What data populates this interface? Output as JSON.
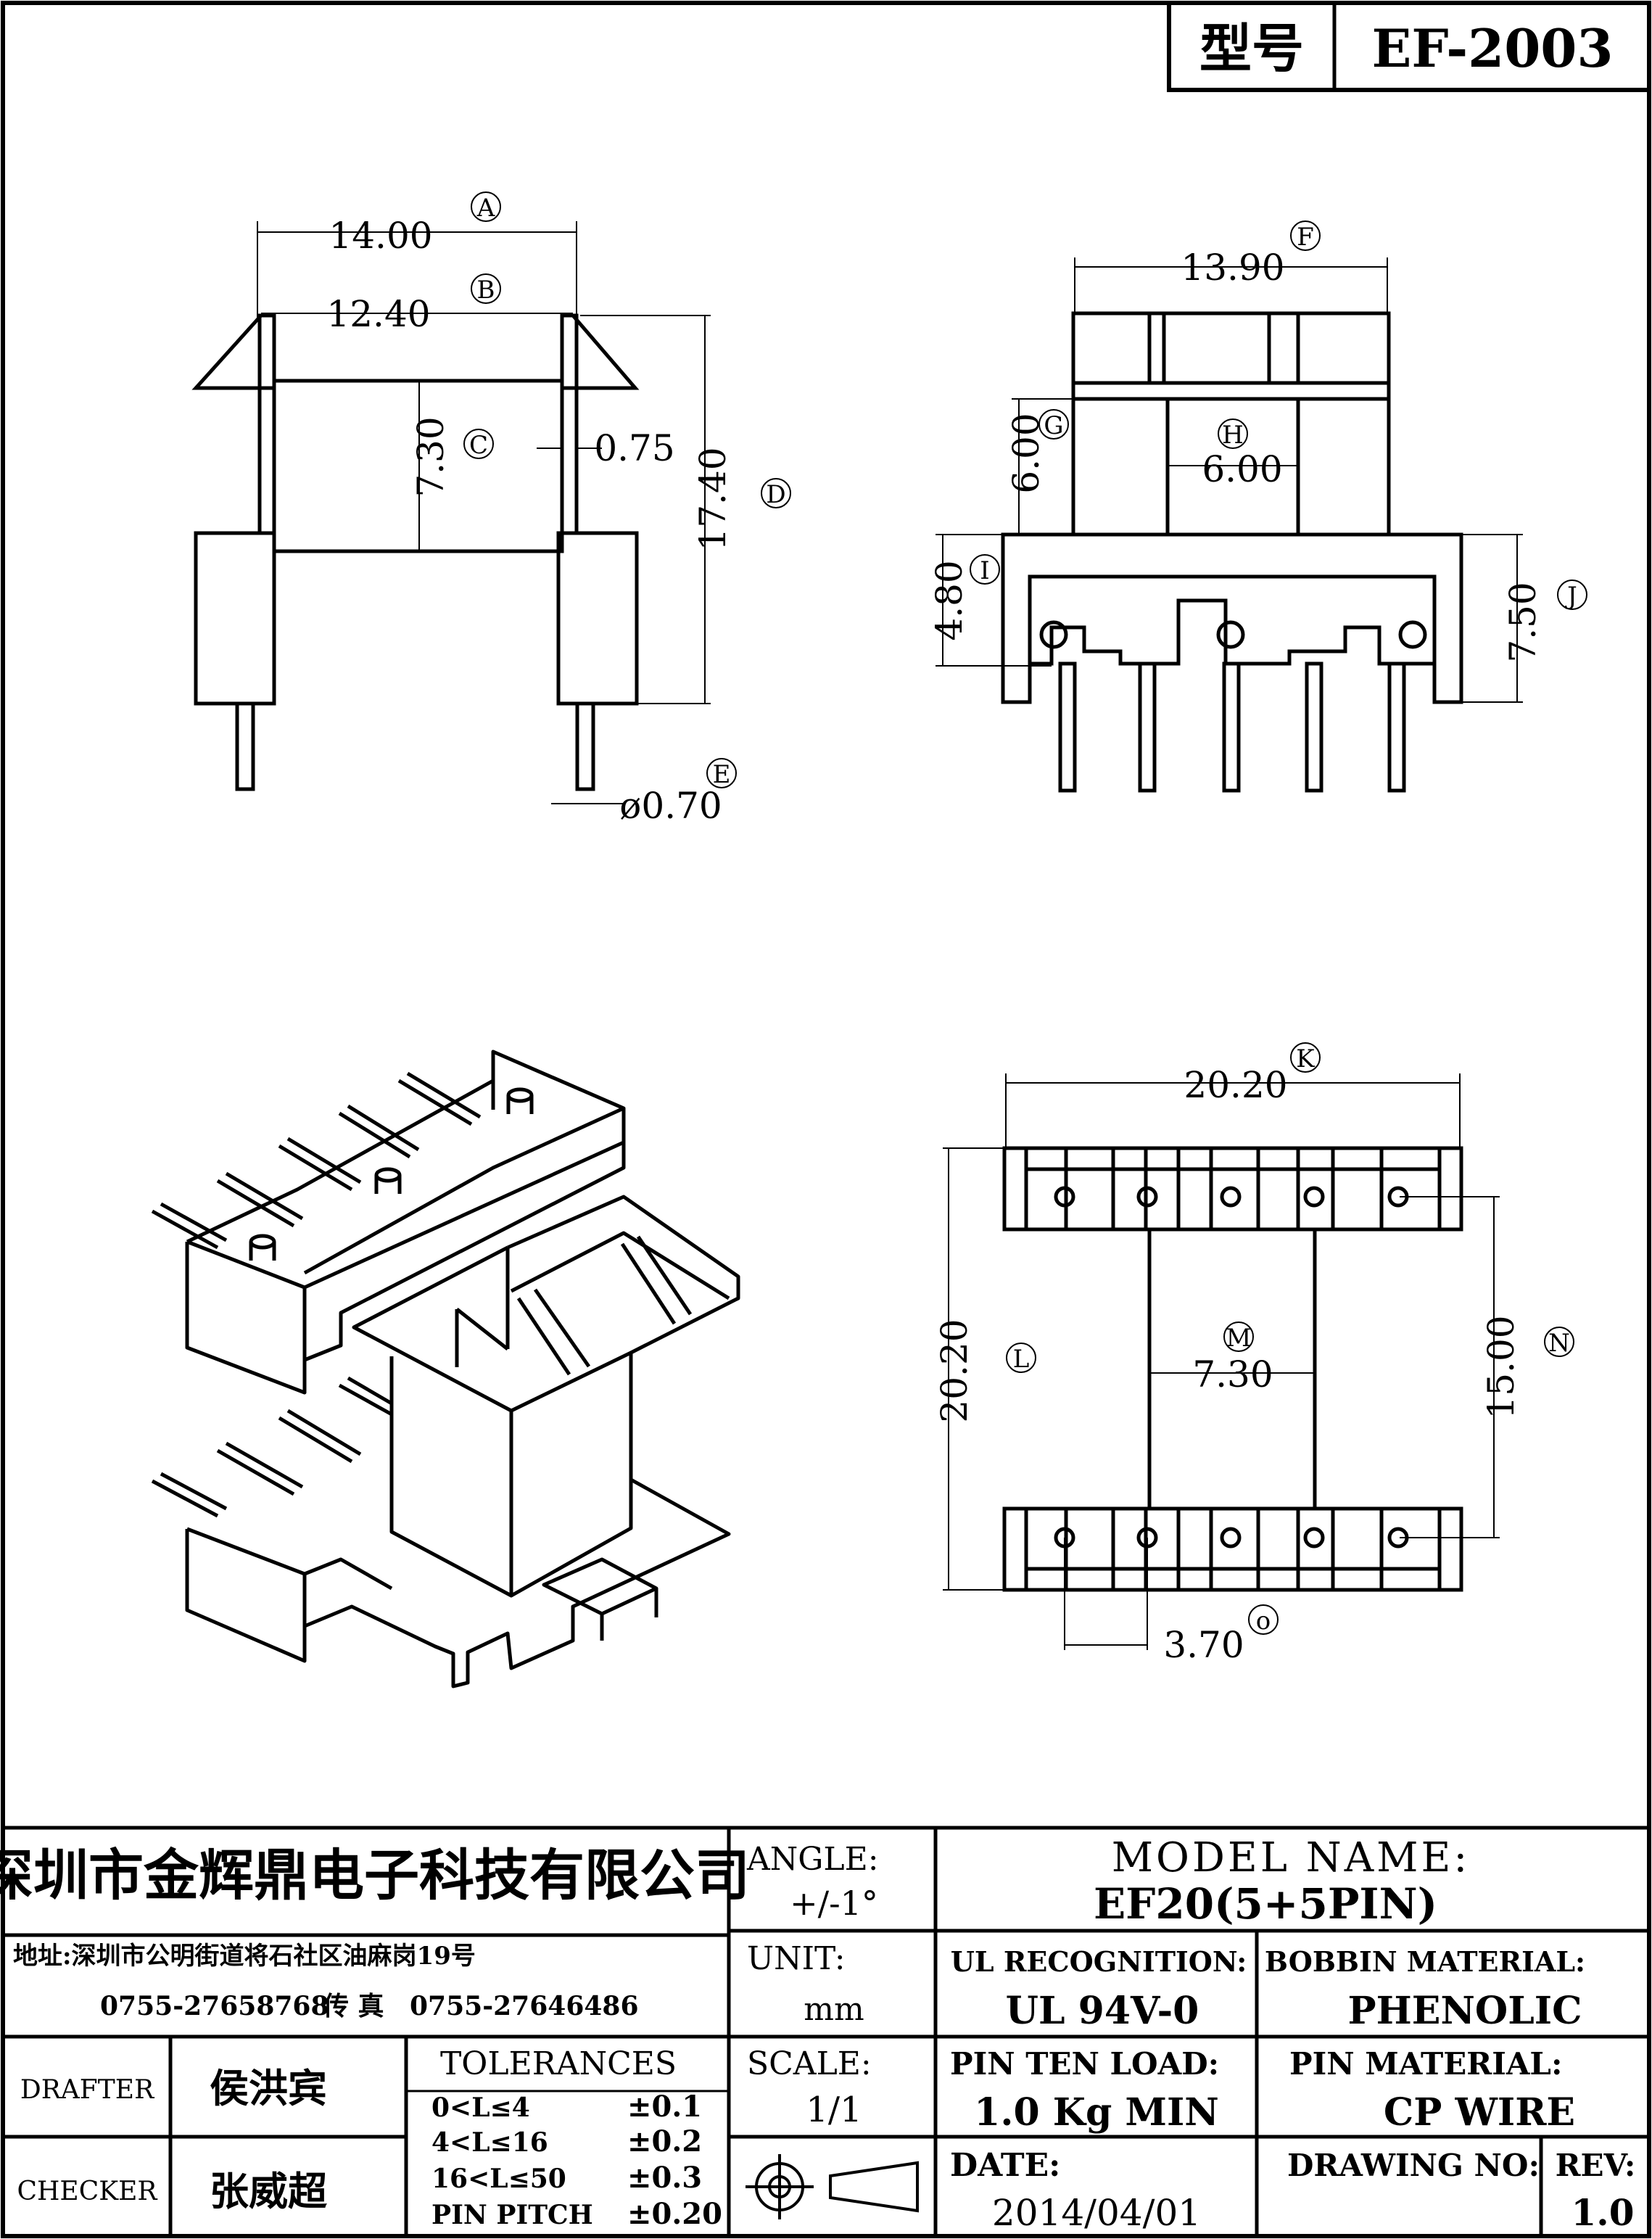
{
  "header": {
    "model_label": "型号",
    "model_value": "EF-2003"
  },
  "dimensions": {
    "A": {
      "label": "A",
      "value": "14.00"
    },
    "B": {
      "label": "B",
      "value": "12.40"
    },
    "C": {
      "label": "C",
      "value": "7.30"
    },
    "C_side": {
      "value": "0.75"
    },
    "D": {
      "label": "D",
      "value": "17.40"
    },
    "E": {
      "label": "E",
      "value": "ø0.70"
    },
    "F": {
      "label": "F",
      "value": "13.90"
    },
    "G": {
      "label": "G",
      "value": "6.00"
    },
    "H": {
      "label": "H",
      "value": "6.00"
    },
    "I": {
      "label": "I",
      "value": "4.80"
    },
    "J": {
      "label": "J",
      "value": "7.50"
    },
    "K": {
      "label": "K",
      "value": "20.20"
    },
    "L": {
      "label": "L",
      "value": "20.20"
    },
    "M": {
      "label": "M",
      "value": "7.30"
    },
    "N": {
      "label": "N",
      "value": "15.00"
    },
    "O": {
      "label": "o",
      "value": "3.70"
    }
  },
  "title_block": {
    "company": "深圳市金辉鼎电子科技有限公司",
    "address": "地址:深圳市公明街道将石社区油麻岗19号",
    "phone": "0755-27658768",
    "fax_label": "传 真",
    "fax": "0755-27646486",
    "angle_label": "ANGLE:",
    "angle_value": "+/-1°",
    "unit_label": "UNIT:",
    "unit_value": "mm",
    "scale_label": "SCALE:",
    "scale_value": "1/1",
    "model_name_label": "MODEL NAME:",
    "model_name_value": "EF20(5+5PIN)",
    "ul_label": "UL RECOGNITION:",
    "ul_value": "UL 94V-0",
    "bobbin_label": "BOBBIN MATERIAL:",
    "bobbin_value": "PHENOLIC",
    "pin_load_label": "PIN TEN LOAD:",
    "pin_load_value": "1.0 Kg MIN",
    "pin_material_label": "PIN MATERIAL:",
    "pin_material_value": "CP WIRE",
    "date_label": "DATE:",
    "date_value": "2014/04/01",
    "drawing_no_label": "DRAWING NO:",
    "drawing_no_value": "",
    "rev_label": "REV:",
    "rev_value": "1.0",
    "drafter_label": "DRAFTER",
    "drafter_name": "侯洪宾",
    "checker_label": "CHECKER",
    "checker_name": "张威超",
    "tolerances_label": "TOLERANCES",
    "tolerances": [
      {
        "range": "0<L≤4",
        "value": "±0.1"
      },
      {
        "range": "4<L≤16",
        "value": "±0.2"
      },
      {
        "range": "16<L≤50",
        "value": "±0.3"
      },
      {
        "range": "PIN PITCH",
        "value": "±0.20"
      }
    ]
  }
}
